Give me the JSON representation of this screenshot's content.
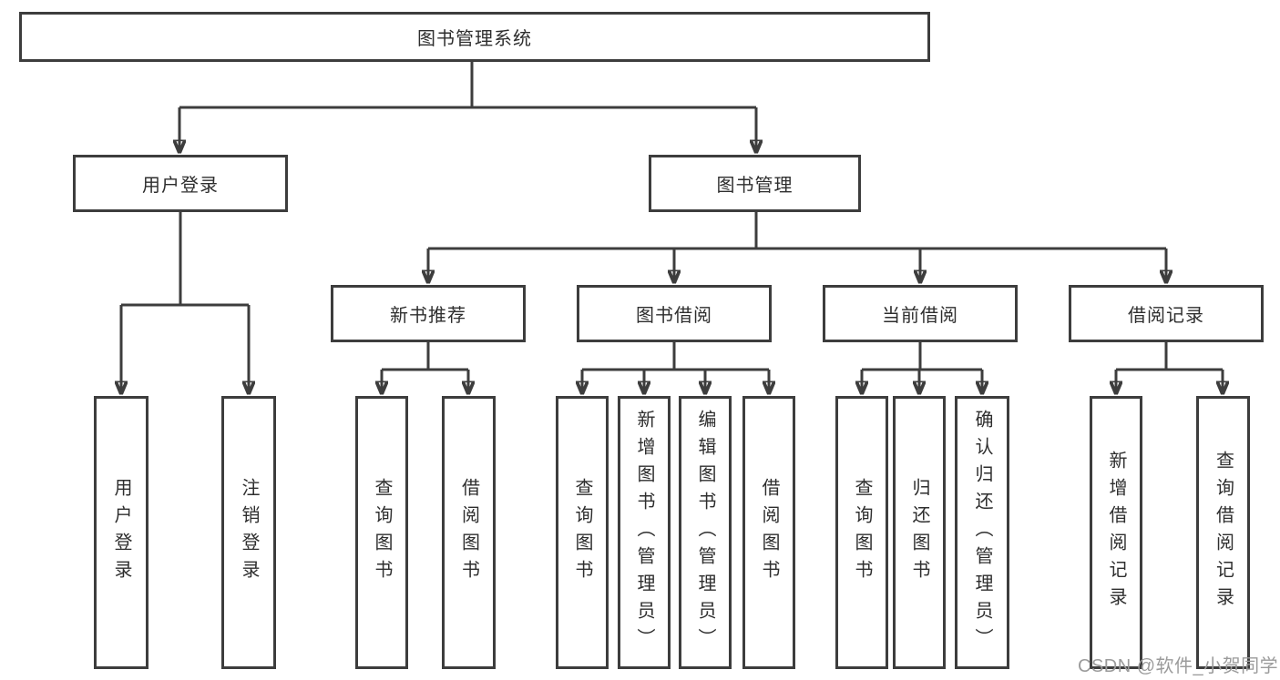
{
  "diagram": {
    "title": "图书管理系统",
    "root": {
      "label": "图书管理系统"
    },
    "branches": [
      {
        "label": "用户登录"
      },
      {
        "label": "图书管理"
      }
    ],
    "groups": [
      {
        "label": "新书推荐"
      },
      {
        "label": "图书借阅"
      },
      {
        "label": "当前借阅"
      },
      {
        "label": "借阅记录"
      }
    ],
    "leaves": [
      {
        "label": "用户登录",
        "parent": "用户登录"
      },
      {
        "label": "注销登录",
        "parent": "用户登录"
      },
      {
        "label": "查询图书",
        "parent": "新书推荐"
      },
      {
        "label": "借阅图书",
        "parent": "新书推荐"
      },
      {
        "label": "查询图书",
        "parent": "图书借阅"
      },
      {
        "label": "新增图书（管理员）",
        "parent": "图书借阅"
      },
      {
        "label": "编辑图书（管理员）",
        "parent": "图书借阅"
      },
      {
        "label": "借阅图书",
        "parent": "图书借阅"
      },
      {
        "label": "查询图书",
        "parent": "当前借阅"
      },
      {
        "label": "归还图书",
        "parent": "当前借阅"
      },
      {
        "label": "确认归还（管理员）",
        "parent": "当前借阅"
      },
      {
        "label": "新增借阅记录",
        "parent": "借阅记录"
      },
      {
        "label": "查询借阅记录",
        "parent": "借阅记录"
      }
    ]
  },
  "watermark": {
    "text": "CSDN @软件_小贺同学",
    "color": "#9b9b9b"
  },
  "colors": {
    "line": "#3d3d3d",
    "border": "#3d3d3d",
    "text": "#2e2e2e",
    "background": "#ffffff"
  }
}
